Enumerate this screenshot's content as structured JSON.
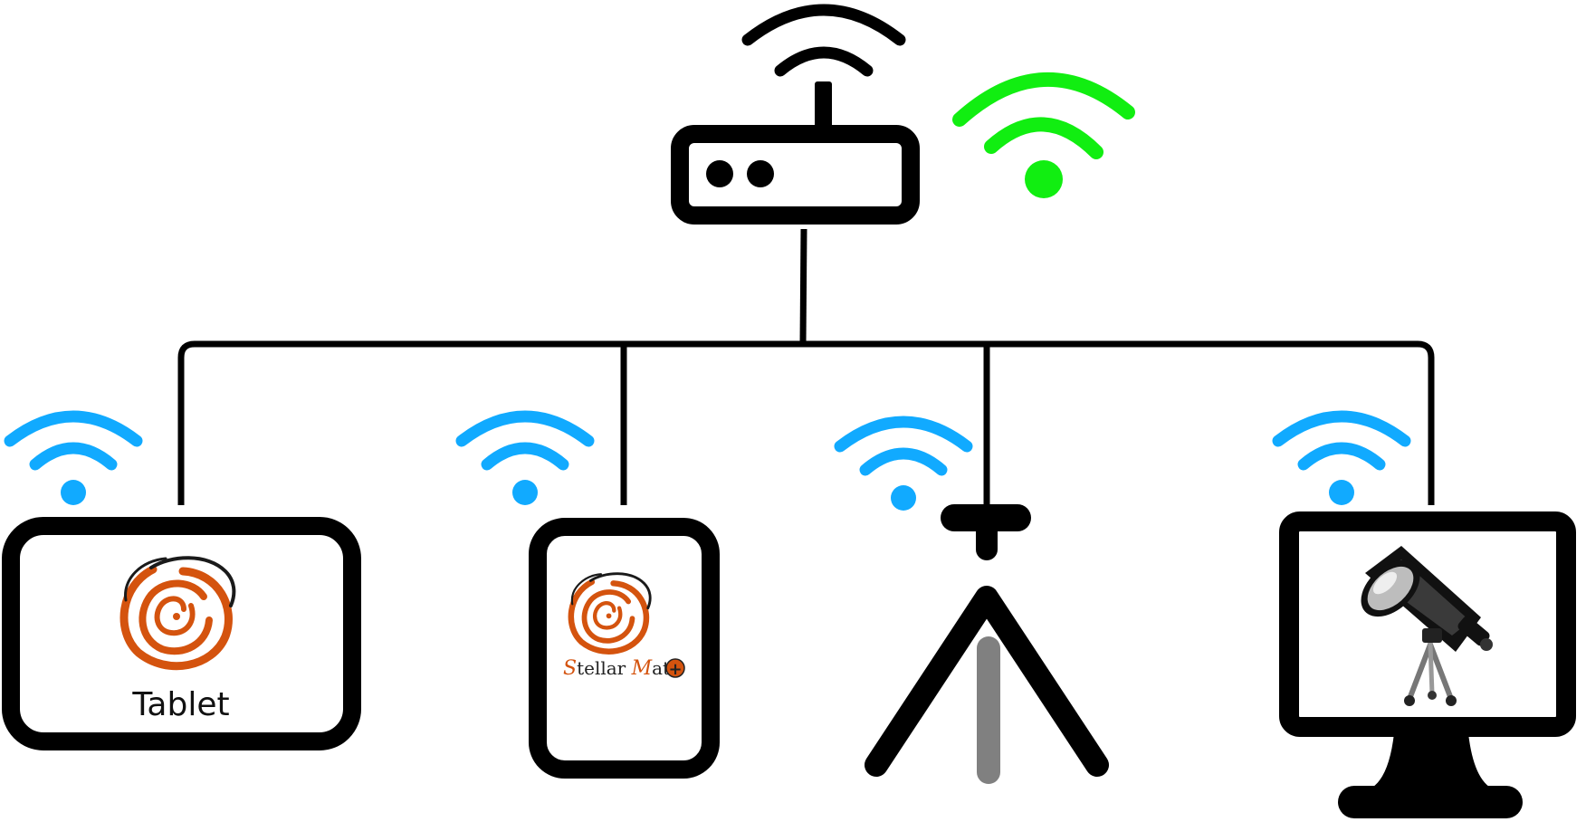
{
  "diagram": {
    "labels": {
      "tablet": "Tablet",
      "stellarmate_s": "S",
      "stellarmate_tellar": "tellar ",
      "stellarmate_m": "M",
      "stellarmate_ate": "ate",
      "stellarmate_plus": "+"
    },
    "nodes": [
      {
        "id": "router",
        "icon": "wifi-router-icon"
      },
      {
        "id": "tablet",
        "icon": "tablet-device-icon"
      },
      {
        "id": "stellarmate",
        "icon": "stellarmate-device-icon"
      },
      {
        "id": "mount",
        "icon": "tripod-mount-icon"
      },
      {
        "id": "pc",
        "icon": "desktop-monitor-icon"
      }
    ],
    "colors": {
      "outline": "#000000",
      "router_wifi": "#11ee11",
      "device_wifi": "#11aaff",
      "logo_orange": "#d4530e",
      "tripod_leg": "#808080"
    }
  }
}
